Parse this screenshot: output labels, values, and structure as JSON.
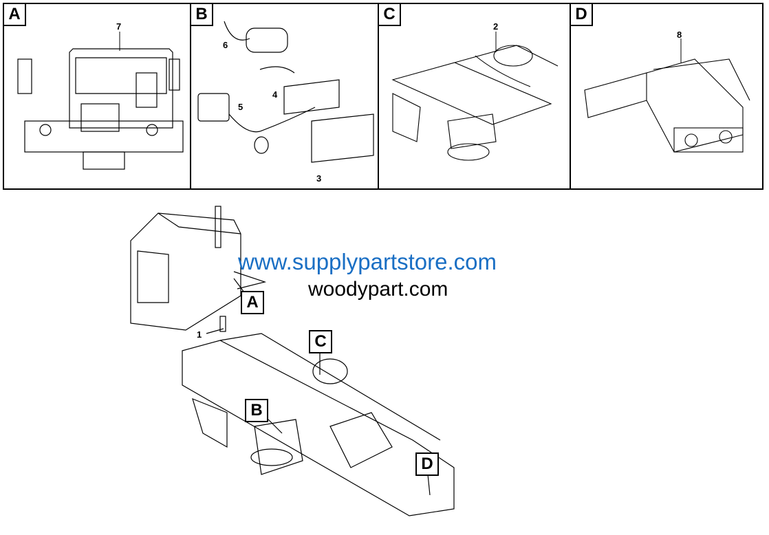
{
  "panels": [
    {
      "label": "A",
      "callout": "7"
    },
    {
      "label": "B",
      "callouts": [
        "6",
        "4",
        "5",
        "3"
      ]
    },
    {
      "label": "C",
      "callout": "2"
    },
    {
      "label": "D",
      "callout": "8"
    }
  ],
  "main": {
    "callout": "1",
    "locators": [
      "A",
      "B",
      "C",
      "D"
    ]
  },
  "watermark": {
    "primary": "www.supplypartstore.com",
    "secondary": "woodypart.com",
    "color": "#1a6fc4"
  }
}
